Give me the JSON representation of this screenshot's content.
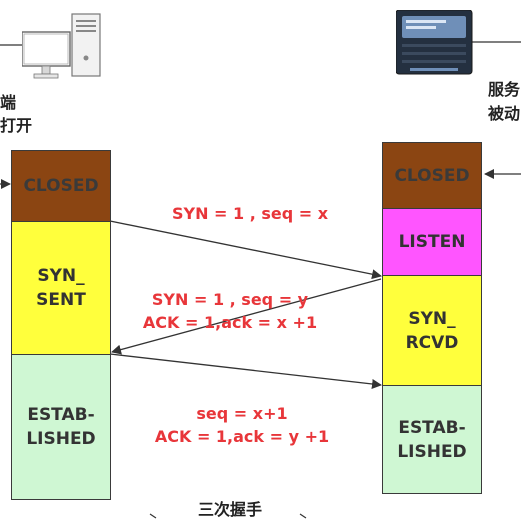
{
  "client": {
    "label_line1": "端",
    "label_line2": "打开",
    "states": [
      "CLOSED",
      "SYN_\nSENT",
      "ESTAB-\nLISHED"
    ]
  },
  "server": {
    "label_line1": "服务",
    "label_line2": "被动",
    "states": [
      "CLOSED",
      "LISTEN",
      "SYN_\nRCVD",
      "ESTAB-\nLISHED"
    ]
  },
  "messages": {
    "first": "SYN = 1 , seq = x",
    "second_line1": "SYN = 1 , seq = y",
    "second_line2": "ACK = 1,ack = x +1",
    "third_line1": "seq = x+1",
    "third_line2": "ACK = 1,ack = y +1"
  },
  "caption": "三次握手",
  "colors": {
    "closed": "#8b4512",
    "syn": "#ffff3c",
    "listen": "#ff55ff",
    "established": "#cff7d3",
    "message_text": "#e8363a"
  }
}
